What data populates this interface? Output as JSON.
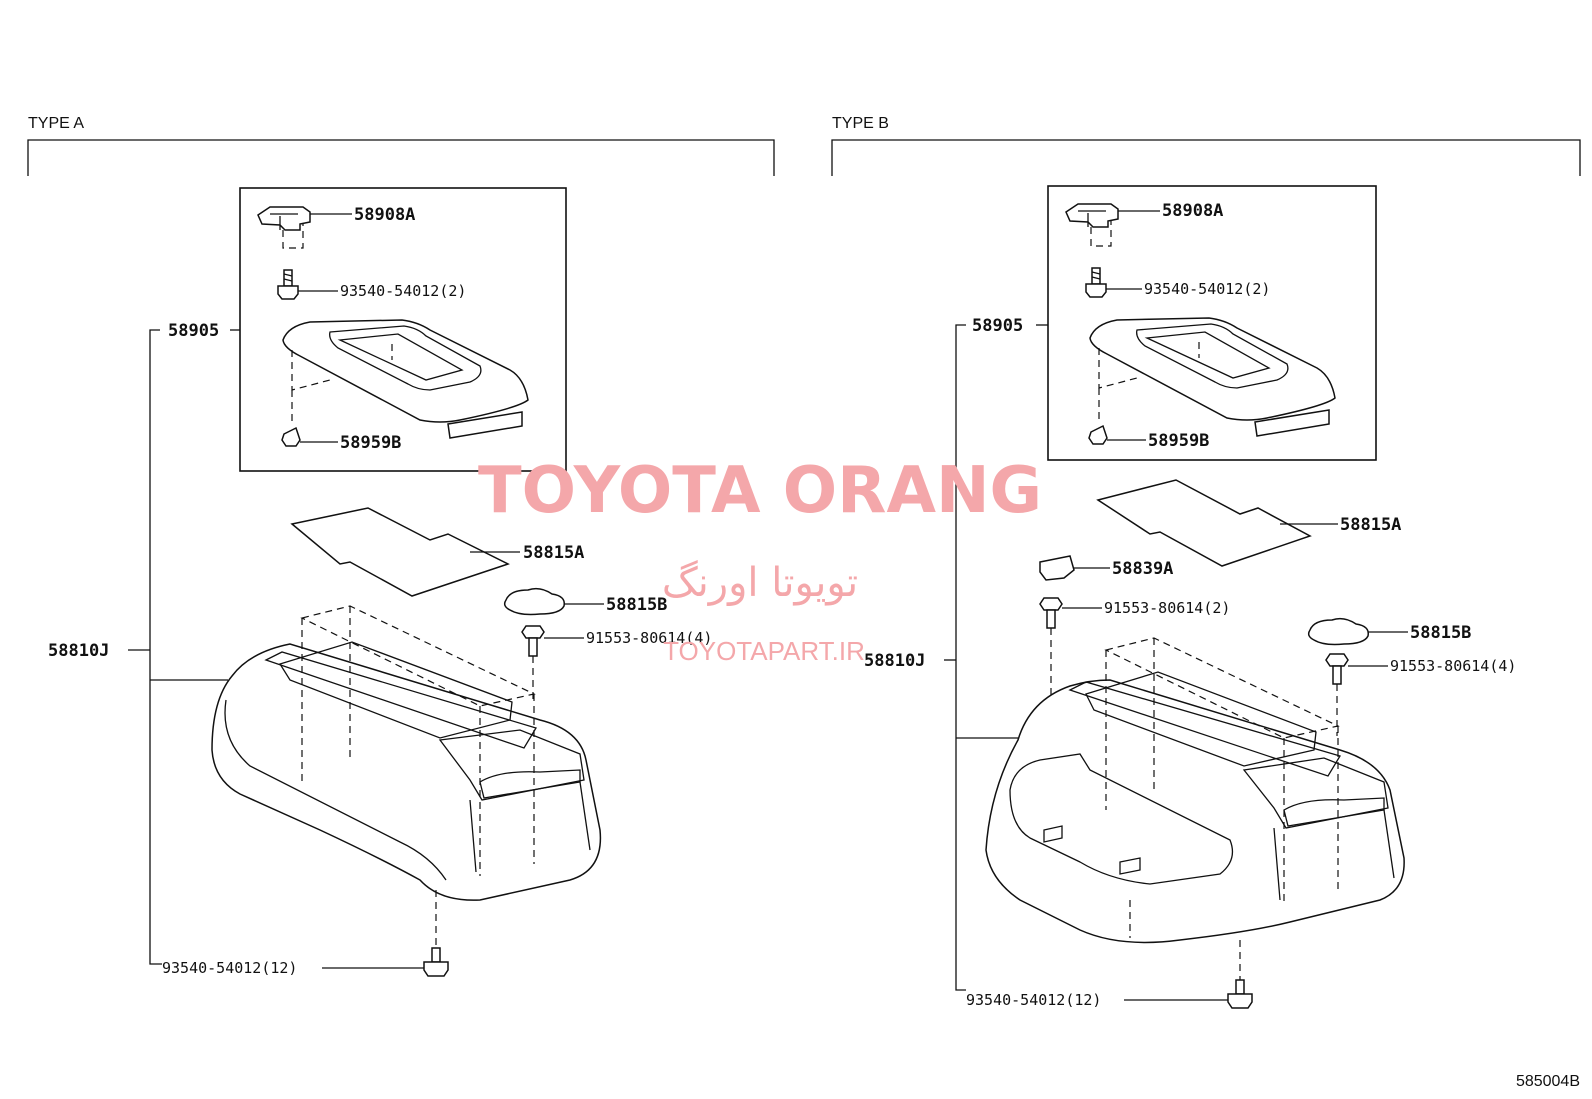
{
  "type_a": {
    "title": "TYPE A",
    "labels": {
      "p58908A": "58908A",
      "p93540_small": "93540-54012(2)",
      "p58905": "58905",
      "p58959B": "58959B",
      "p58815A": "58815A",
      "p58815B": "58815B",
      "p91553": "91553-80614(4)",
      "p58810J": "58810J",
      "p93540_large": "93540-54012(12)"
    }
  },
  "type_b": {
    "title": "TYPE B",
    "labels": {
      "p58908A": "58908A",
      "p93540_small": "93540-54012(2)",
      "p58905": "58905",
      "p58959B": "58959B",
      "p58815A": "58815A",
      "p58839A": "58839A",
      "p91553_2": "91553-80614(2)",
      "p58815B": "58815B",
      "p91553_4": "91553-80614(4)",
      "p58810J": "58810J",
      "p93540_large": "93540-54012(12)"
    }
  },
  "watermark": {
    "line1": "TOYOTA ORANG",
    "line2": "تویوتا اورنگ",
    "line3": "TOYOTAPART.IR"
  },
  "diagram_id": "585004B"
}
